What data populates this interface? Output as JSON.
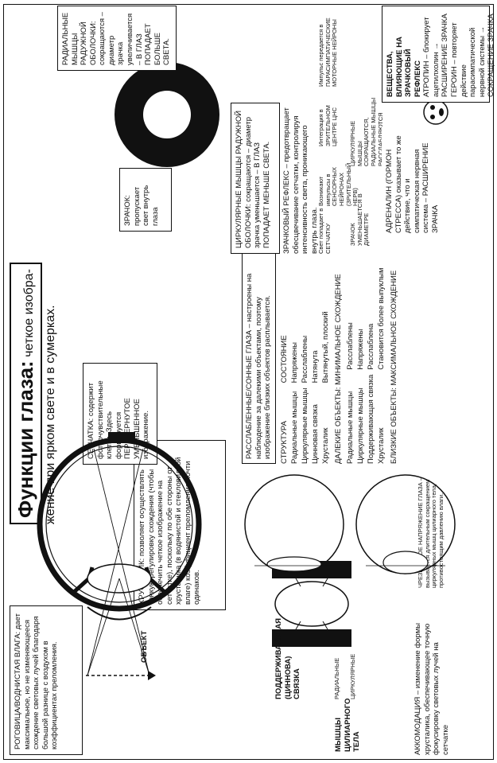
{
  "title": {
    "main": "Функции глаза:",
    "rest": "четкое изобра-",
    "line2": "жение при ярком свете и в сумерках."
  },
  "cornea_box": "РОГОВИЦА/ВОДНИСТАЯ ВЛАГА: дает максимальное, но не изменяющееся схождение световых лучей благодаря большой разнице с воздухом в коэффициентах преломления.",
  "lens_box": "ХРУСТАЛИК: позволяет осуществлять тонкую регулировку схождения (чтобы обеспечить четкое изображение на сетчатке), поскольку по обе стороны от хрусталика (в водянистой и стекловидной влаге) коэффициент преломления почти одинаков.",
  "object_label": "ОБЪЕКТ",
  "retina_box": "СЕТЧАТКА: содержит фотоочувствительные клетки. Здесь формируется ПЕРЕВЕРНУТОЕ УМЕНЬШЕННОЕ изображение.",
  "ligament_label": "ПОДДЕРЖИВАЮЩАЯ (ЦИННОВА) СВЯЗКА",
  "ciliary": {
    "title": "МЫШЦЫ ЦИЛИАРНОГО ТЕЛА",
    "radial": "РАДИАЛЬНЫЕ",
    "circular": "ЦИРКУЛЯРНЫЕ"
  },
  "accommodation": "АККОМОДАЦИЯ – изменение формы хрусталика, обеспечивающее точную фокусировку световых лучей на сетчатке",
  "strain_note": "ЧРЕЗМЕРНОЕ НАПРЯЖЕНИЕ ГЛАЗА – вызывается длительным сокращением циркулярных мышц цилиарного тела, противостоящим давлению влаги.",
  "far": {
    "intro": "РАССЛАБЛЕННЫЕ/СОННЫЕ ГЛАЗА – настроены на наблюдение за далекими объектами, поэтому изображение близких объектов расплывается.",
    "col1": "СТРУКТУРА",
    "col2": "СОСТОЯНИЕ",
    "rows": [
      [
        "Радиальные мышцы",
        "Напряжены"
      ],
      [
        "Циркулярные мышцы",
        "Расслаблены"
      ],
      [
        "Цинновая связка",
        "Натянута"
      ],
      [
        "Хрусталик",
        "Вытянутый, плоский"
      ]
    ],
    "footer": "ДАЛЕКИЕ ОБЪЕКТЫ: МИНИМАЛЬНОЕ СХОЖДЕНИЕ"
  },
  "near": {
    "rows": [
      [
        "Радиальные мышцы",
        "Расслаблены"
      ],
      [
        "Циркулярные мышцы",
        "Напряжены"
      ],
      [
        "Поддерживающая связка",
        "Расслаблена"
      ],
      [
        "Хрусталик",
        "Становится более выпуклым"
      ]
    ],
    "footer": "БЛИЗКИЕ ОБЪЕКТЫ: МАКСИМАЛЬНОЕ СХОЖДЕНИЕ"
  },
  "pupil_box": "ЗРАЧОК: пропускает свет внутрь глаза",
  "radial_iris_box": "РАДИАЛЬНЫЕ МЫШЦЫ РАДУЖНОЙ ОБОЛОЧКИ: сокращаются – диаметр зрачка увеличивается – В ГЛАЗ ПОПАДАЕТ БОЛЬШЕ СВЕТА.",
  "circular_iris_box": "ЦИРКУЛЯРНЫЕ МЫШЦЫ РАДУЖНОЙ ОБОЛОЧКИ: сокращаются – диаметр зрачка уменьшается – В ГЛАЗ ПОПАДАЕТ МЕНЬШЕ СВЕТА.",
  "reflex_text": "ЗРАЧКОВЫЙ РЕФЛЕКС – предотвращает обесцвечивание сетчатки, контролируя интенсивность света, проникающего внутрь глаза.",
  "flow": {
    "light": "Свет попадает в СЕТЧАТКУ",
    "impulse": "Возникают импульсы в СЕНСОРНЫХ НЕЙРОНАХ (ЗРИТЕЛЬНЫЙ НЕРВ)",
    "integration": "Интеграция в ЗРИТЕЛЬНОМ ЦЕНТРЕ ЦНС",
    "motor": "Импульс передается в ПАРАСИМПАТИЧЕСКИЕ МОТОРНЫЕ НЕЙРОНЫ",
    "muscles": "ЦИРКУЛЯРНЫЕ МЫШЦЫ СОКРАЩАЮТСЯ, РАДИАЛЬНЫЕ МЫШЦЫ РАССЛАБЛЯЮТСЯ",
    "pupil": "ЗРАЧОК УМЕНЬШАЕТСЯ В ДИАМЕТРЕ"
  },
  "adrenaline": "АДРЕНАЛИН (ГОРМОН СТРЕССА) оказывает то же действие, что и симпатическая нервная система – РАСШИРЕНИЕ ЗРАЧКА",
  "substances": {
    "title": "ВЕЩЕСТВА, ВЛИЯЮЩИЕ НА ЗРАЧКОВЫЙ РЕФЛЕКС",
    "items": [
      "АТРОПИН – блокирует ацетилхолин → РАСШИРЕНИЕ ЗРАЧКА",
      "ГЕРОИН – повторяет действие парасимпатической нервной системы → СОКРАЩЕНИЕ ЗРАЧКА"
    ]
  }
}
